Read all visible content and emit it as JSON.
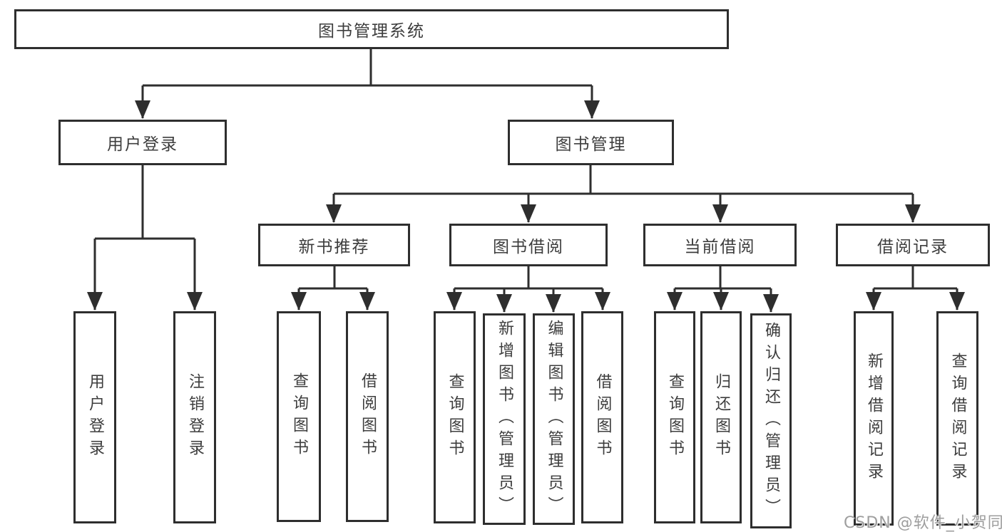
{
  "colors": {
    "line": "#2e2e2e",
    "text": "#3d3d3d",
    "background": "#ffffff",
    "watermark": "#9e9e9e"
  },
  "root": {
    "label": "图书管理系统"
  },
  "branches": [
    {
      "label": "用户登录",
      "leaves": [
        "用户登录",
        "注销登录"
      ]
    },
    {
      "label": "图书管理",
      "groups": [
        {
          "label": "新书推荐",
          "leaves": [
            "查询图书",
            "借阅图书"
          ]
        },
        {
          "label": "图书借阅",
          "leaves": [
            "查询图书",
            "新增图书（管理员）",
            "编辑图书（管理员）",
            "借阅图书"
          ]
        },
        {
          "label": "当前借阅",
          "leaves": [
            "查询图书",
            "归还图书",
            "确认归还（管理员）"
          ]
        },
        {
          "label": "借阅记录",
          "leaves": [
            "新增借阅记录",
            "查询借阅记录"
          ]
        }
      ]
    }
  ],
  "watermark": "CSDN @软件_小贺同学"
}
